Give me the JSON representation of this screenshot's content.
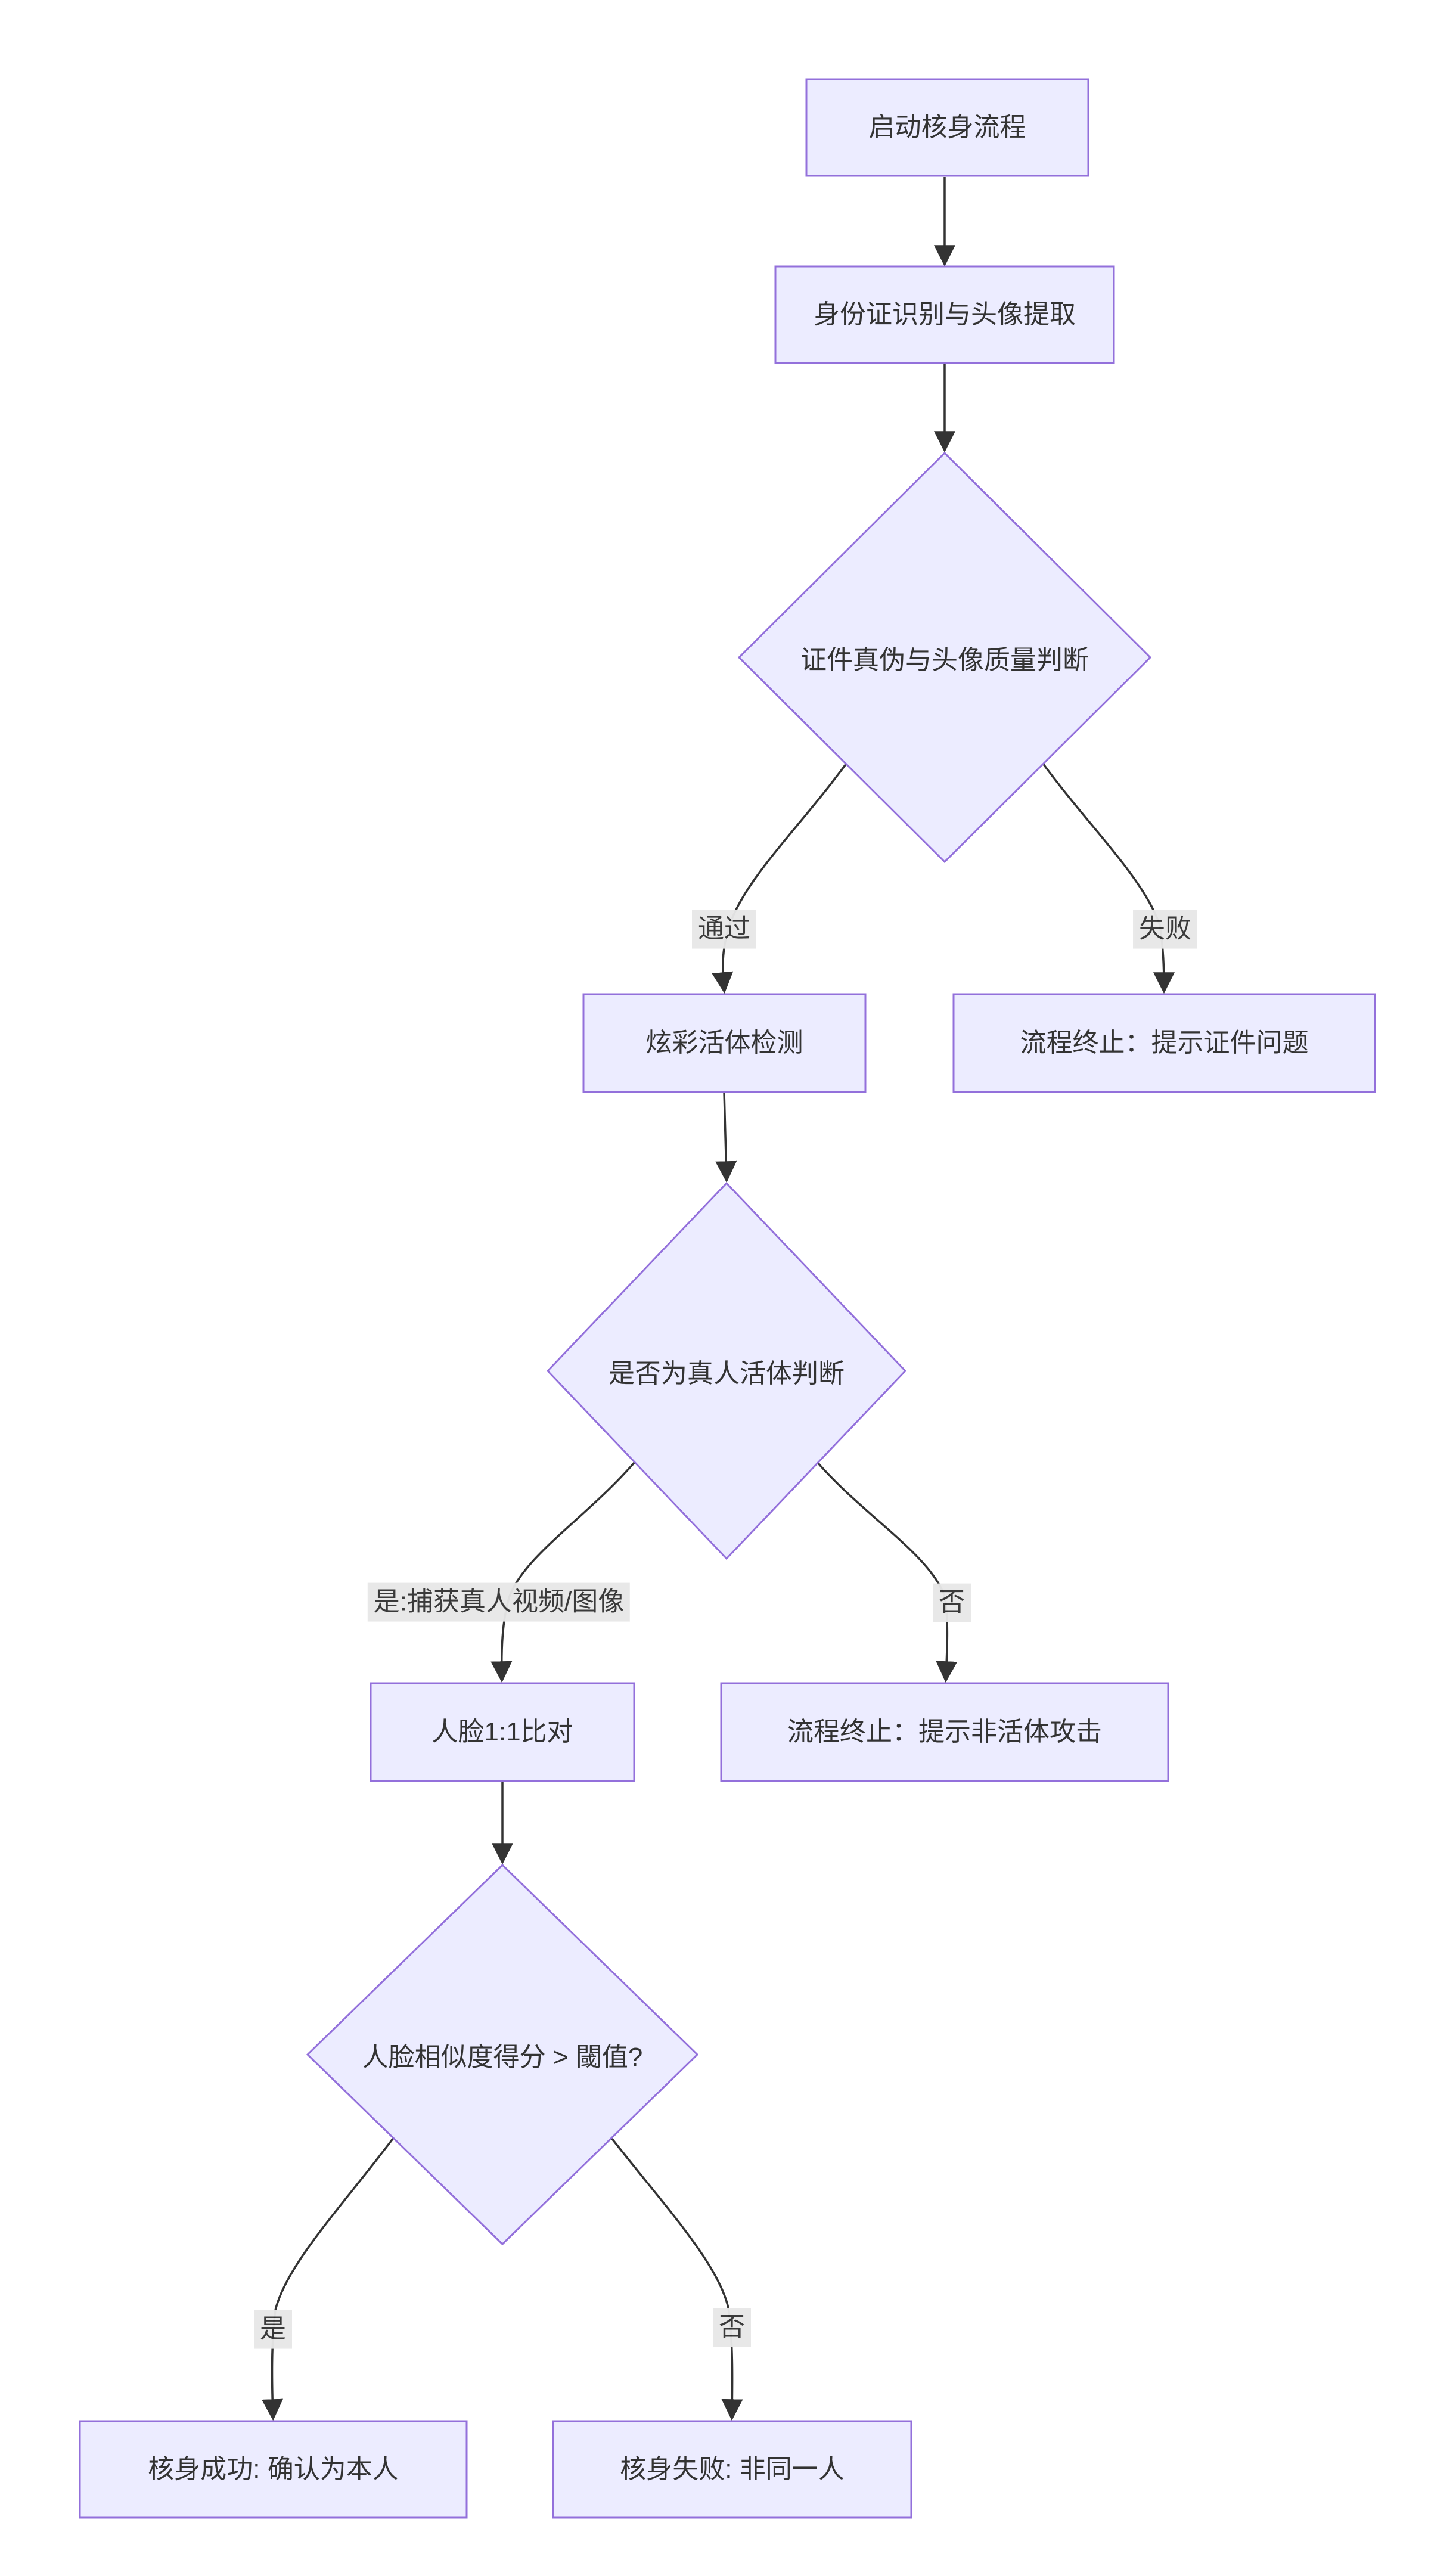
{
  "diagram": {
    "type": "flowchart",
    "direction": "top-down",
    "nodes": {
      "start": {
        "shape": "rect",
        "label": "启动核身流程"
      },
      "id_ocr": {
        "shape": "rect",
        "label": "身份证识别与头像提取"
      },
      "doc_check": {
        "shape": "diamond",
        "label": "证件真伪与头像质量判断"
      },
      "colorful_liveness": {
        "shape": "rect",
        "label": "炫彩活体检测"
      },
      "terminate_doc": {
        "shape": "rect",
        "label": "流程终止：提示证件问题"
      },
      "liveness_check": {
        "shape": "diamond",
        "label": "是否为真人活体判断"
      },
      "face_compare": {
        "shape": "rect",
        "label": "人脸1:1比对"
      },
      "terminate_attack": {
        "shape": "rect",
        "label": "流程终止：提示非活体攻击"
      },
      "score_check": {
        "shape": "diamond",
        "label": "人脸相似度得分 > 閾值?"
      },
      "success": {
        "shape": "rect",
        "label": "核身成功: 确认为本人"
      },
      "fail": {
        "shape": "rect",
        "label": "核身失败: 非同一人"
      }
    },
    "edges": [
      {
        "from": "start",
        "to": "id_ocr",
        "label": ""
      },
      {
        "from": "id_ocr",
        "to": "doc_check",
        "label": ""
      },
      {
        "from": "doc_check",
        "to": "colorful_liveness",
        "label": "通过"
      },
      {
        "from": "doc_check",
        "to": "terminate_doc",
        "label": "失败"
      },
      {
        "from": "colorful_liveness",
        "to": "liveness_check",
        "label": ""
      },
      {
        "from": "liveness_check",
        "to": "face_compare",
        "label": "是:捕获真人视频/图像"
      },
      {
        "from": "liveness_check",
        "to": "terminate_attack",
        "label": "否"
      },
      {
        "from": "face_compare",
        "to": "score_check",
        "label": ""
      },
      {
        "from": "score_check",
        "to": "success",
        "label": "是"
      },
      {
        "from": "score_check",
        "to": "fail",
        "label": "否"
      }
    ]
  },
  "colors": {
    "background": "#FFFFFF",
    "node_fill": "#ECECFF",
    "node_border": "#9370DB",
    "edge_color": "#333333",
    "edge_label_bg": "#E8E8E8",
    "text_color": "#333333"
  }
}
